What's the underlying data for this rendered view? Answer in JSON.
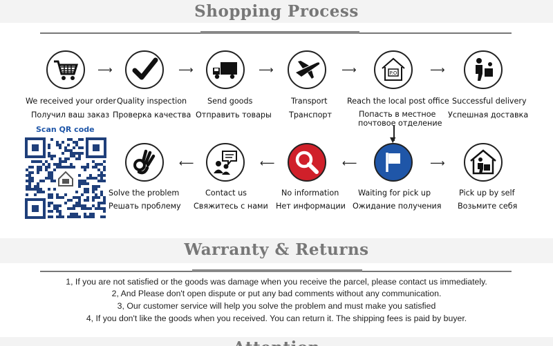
{
  "sections": {
    "shopping_title": "Shopping Process",
    "warranty_title": "Warranty & Returns",
    "next_title_partial": "Attention"
  },
  "qr": {
    "label": "Scan QR code"
  },
  "steps": [
    {
      "en": "We received your order",
      "ru": "Получил ваш заказ",
      "icon": "shopping-cart-icon"
    },
    {
      "en": "Quality inspection",
      "ru": "Проверка качества",
      "icon": "checkmark-icon"
    },
    {
      "en": "Send goods",
      "ru": "Отправить товары",
      "icon": "delivery-truck-icon"
    },
    {
      "en": "Transport",
      "ru": "Транспорт",
      "icon": "airplane-icon"
    },
    {
      "en": "Reach the local post office",
      "ru": "Попасть в местное почтовое отделение",
      "ru1": "Попасть в местное",
      "ru2": "почтовое отделение",
      "icon": "post-office-icon",
      "badge": "P.O"
    },
    {
      "en": "Successful delivery",
      "ru": "Успешная доставка",
      "icon": "delivery-person-icon"
    },
    {
      "en": "Pick up by self",
      "ru": "Возьмите себя",
      "icon": "house-package-icon"
    },
    {
      "en": "Waiting for pick up",
      "ru": "Ожидание получения",
      "icon": "flag-icon"
    },
    {
      "en": "No information",
      "ru": "Нет информации",
      "icon": "magnifier-icon"
    },
    {
      "en": "Contact us",
      "ru": "Свяжитесь с нами",
      "icon": "chat-people-icon"
    },
    {
      "en": "Solve the problem",
      "ru": "Решать проблему",
      "icon": "ok-hand-icon"
    }
  ],
  "warranty": [
    "1, If you are not satisfied or the goods was damage when you receive the parcel, please contact us immediately.",
    "2, And Please don't open dispute or put any bad comments without any communication.",
    "3, Our customer service will help you solve the problem and must make you satisfied",
    "4, If you don't like the goods when you received. You can return it. The shipping fees is paid by buyer."
  ],
  "colors": {
    "band": "#f3f3f3",
    "title": "#777777",
    "red": "#d0202a",
    "blue": "#1f56a8"
  }
}
